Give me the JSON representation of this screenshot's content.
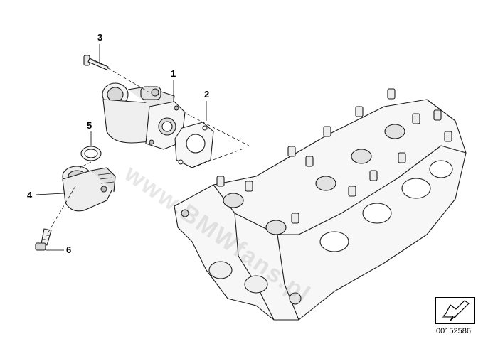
{
  "callouts": {
    "c1": "1",
    "c2": "2",
    "c3": "3",
    "c4": "4",
    "c5": "5",
    "c6": "6"
  },
  "watermark": "www.BMWfans.pl",
  "catalog_number": "00152586",
  "icons": {
    "orientation": "direction-arrow-icon"
  }
}
